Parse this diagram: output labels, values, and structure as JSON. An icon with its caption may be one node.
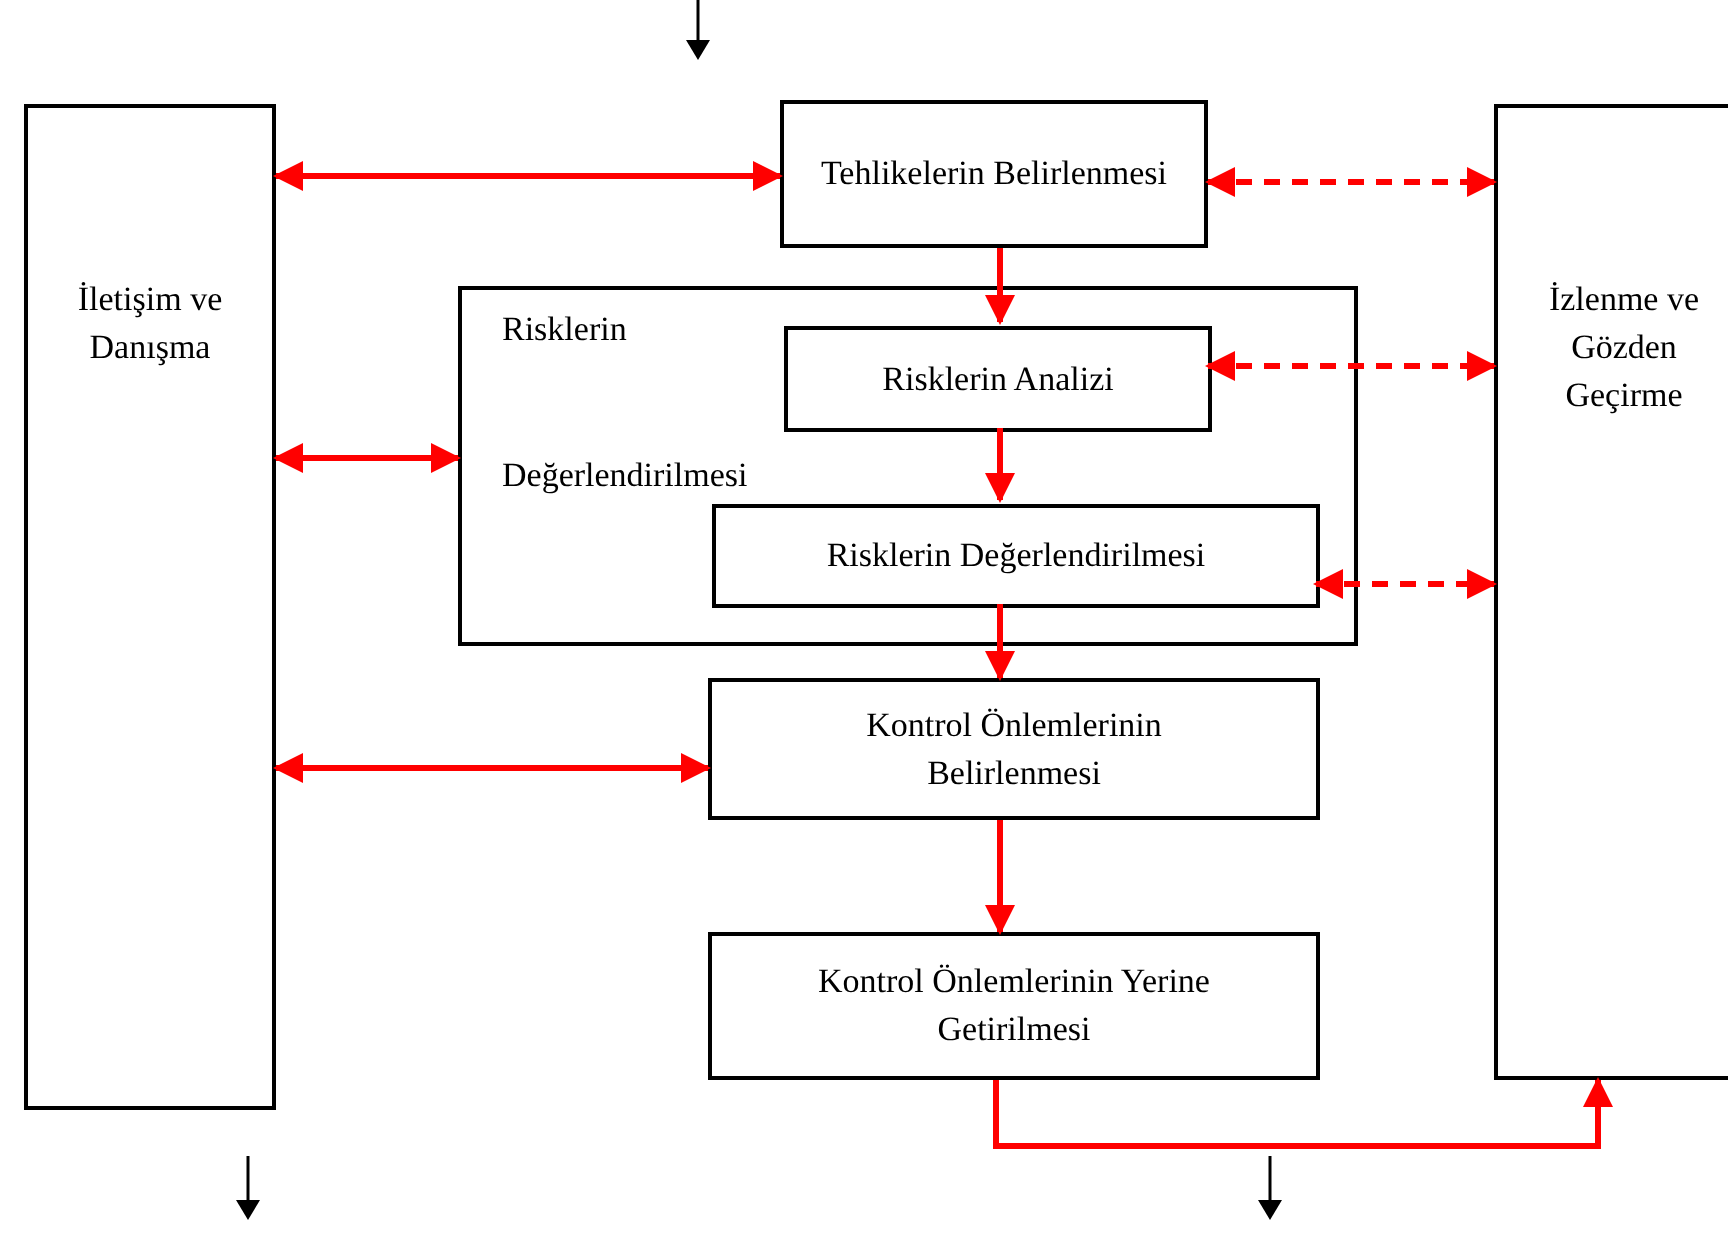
{
  "diagram": {
    "nodes": [
      {
        "text": [
          "İletişim ve Danışma"
        ]
      },
      {
        "text": [
          "Tehlikelerin Belirlenmesi"
        ]
      },
      {
        "text": [
          "Risklerin Değerlendirilmesi"
        ]
      },
      {
        "text": [
          "Risklerin Analizi"
        ],
        "in": 2
      },
      {
        "text": [
          "Risklerin Değerlendirilmesi"
        ],
        "in": 2
      },
      {
        "text": [
          "Kontrol Önlemlerinin Belirlenmesi"
        ]
      },
      {
        "text": [
          "Kontrol Önlemlerinin Yerine Getirilmesi"
        ]
      },
      {
        "text": [
          "İzlenme ve Gözden Geçirme"
        ]
      }
    ],
    "edges": [
      {
        "from": 0,
        "to": 1,
        "arrow": "both"
      },
      {
        "from": 1,
        "to": 3,
        "arrow": "to"
      },
      {
        "from": 1,
        "to": 7,
        "arrow": "both",
        "style": "dashed"
      },
      {
        "from": 0,
        "to": 2,
        "arrow": "both"
      },
      {
        "from": 3,
        "to": 4,
        "arrow": "to"
      },
      {
        "from": 3,
        "to": 7,
        "arrow": "both",
        "style": "dashed"
      },
      {
        "from": 4,
        "to": 7,
        "arrow": "both",
        "style": "dashed"
      },
      {
        "from": 4,
        "to": 5,
        "arrow": "to"
      },
      {
        "from": 0,
        "to": 5,
        "arrow": "both"
      },
      {
        "from": 5,
        "to": 6,
        "arrow": "to"
      },
      {
        "from": 6,
        "to": 7,
        "arrow": "to"
      }
    ]
  }
}
